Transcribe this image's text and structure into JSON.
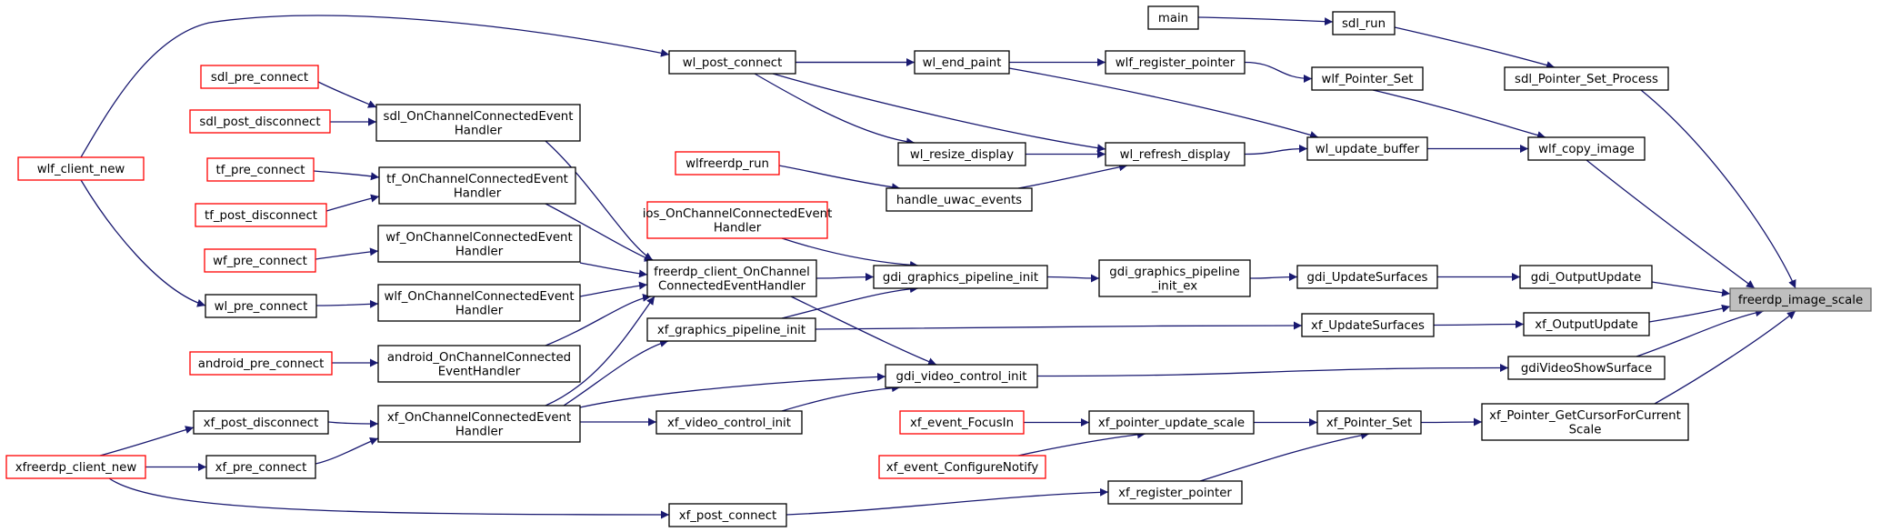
{
  "diagram": {
    "type": "call-graph",
    "colors": {
      "edge": "#191970",
      "node_border": "#000000",
      "truncated_border": "#ff0000",
      "root_fill": "#bfbfbf",
      "root_border": "#666666"
    },
    "nodes": [
      {
        "id": "wl_post_connect",
        "lines": [
          "wl_post_connect"
        ],
        "kind": "normal"
      },
      {
        "id": "wl_end_paint",
        "lines": [
          "wl_end_paint"
        ],
        "kind": "normal"
      },
      {
        "id": "wlf_register_pointer",
        "lines": [
          "wlf_register_pointer"
        ],
        "kind": "normal"
      },
      {
        "id": "main",
        "lines": [
          "main"
        ],
        "kind": "normal"
      },
      {
        "id": "sdl_run",
        "lines": [
          "sdl_run"
        ],
        "kind": "normal"
      },
      {
        "id": "sdl_Pointer_Set_Process",
        "lines": [
          "sdl_Pointer_Set_Process"
        ],
        "kind": "normal"
      },
      {
        "id": "wlf_Pointer_Set",
        "lines": [
          "wlf_Pointer_Set"
        ],
        "kind": "normal"
      },
      {
        "id": "sdl_pre_connect",
        "lines": [
          "sdl_pre_connect"
        ],
        "kind": "truncated"
      },
      {
        "id": "sdl_post_disconnect",
        "lines": [
          "sdl_post_disconnect"
        ],
        "kind": "truncated"
      },
      {
        "id": "sdl_OnChannel",
        "lines": [
          "sdl_OnChannelConnectedEvent",
          "Handler"
        ],
        "kind": "normal"
      },
      {
        "id": "wlf_client_new",
        "lines": [
          "wlf_client_new"
        ],
        "kind": "truncated"
      },
      {
        "id": "wl_resize_display",
        "lines": [
          "wl_resize_display"
        ],
        "kind": "normal"
      },
      {
        "id": "wl_refresh_display",
        "lines": [
          "wl_refresh_display"
        ],
        "kind": "normal"
      },
      {
        "id": "wl_update_buffer",
        "lines": [
          "wl_update_buffer"
        ],
        "kind": "normal"
      },
      {
        "id": "wlf_copy_image",
        "lines": [
          "wlf_copy_image"
        ],
        "kind": "normal"
      },
      {
        "id": "tf_pre_connect",
        "lines": [
          "tf_pre_connect"
        ],
        "kind": "truncated"
      },
      {
        "id": "tf_OnChannel",
        "lines": [
          "tf_OnChannelConnectedEvent",
          "Handler"
        ],
        "kind": "normal"
      },
      {
        "id": "wlfreerdp_run",
        "lines": [
          "wlfreerdp_run"
        ],
        "kind": "truncated"
      },
      {
        "id": "handle_uwac_events",
        "lines": [
          "handle_uwac_events"
        ],
        "kind": "normal"
      },
      {
        "id": "tf_post_disconnect",
        "lines": [
          "tf_post_disconnect"
        ],
        "kind": "truncated"
      },
      {
        "id": "ios_OnChannel",
        "lines": [
          "ios_OnChannelConnectedEvent",
          "Handler"
        ],
        "kind": "truncated"
      },
      {
        "id": "wf_OnChannel",
        "lines": [
          "wf_OnChannelConnectedEvent",
          "Handler"
        ],
        "kind": "normal"
      },
      {
        "id": "wf_pre_connect",
        "lines": [
          "wf_pre_connect"
        ],
        "kind": "truncated"
      },
      {
        "id": "freerdp_client_OnChannel",
        "lines": [
          "freerdp_client_OnChannel",
          "ConnectedEventHandler"
        ],
        "kind": "normal"
      },
      {
        "id": "gdi_graphics_pipeline_init",
        "lines": [
          "gdi_graphics_pipeline_init"
        ],
        "kind": "normal"
      },
      {
        "id": "gdi_graphics_pipeline_init_ex",
        "lines": [
          "gdi_graphics_pipeline",
          "_init_ex"
        ],
        "kind": "normal"
      },
      {
        "id": "gdi_UpdateSurfaces",
        "lines": [
          "gdi_UpdateSurfaces"
        ],
        "kind": "normal"
      },
      {
        "id": "gdi_OutputUpdate",
        "lines": [
          "gdi_OutputUpdate"
        ],
        "kind": "normal"
      },
      {
        "id": "freerdp_image_scale",
        "lines": [
          "freerdp_image_scale"
        ],
        "kind": "root"
      },
      {
        "id": "wl_pre_connect",
        "lines": [
          "wl_pre_connect"
        ],
        "kind": "normal"
      },
      {
        "id": "wlf_OnChannel",
        "lines": [
          "wlf_OnChannelConnectedEvent",
          "Handler"
        ],
        "kind": "normal"
      },
      {
        "id": "xf_graphics_pipeline_init",
        "lines": [
          "xf_graphics_pipeline_init"
        ],
        "kind": "normal"
      },
      {
        "id": "xf_UpdateSurfaces",
        "lines": [
          "xf_UpdateSurfaces"
        ],
        "kind": "normal"
      },
      {
        "id": "xf_OutputUpdate",
        "lines": [
          "xf_OutputUpdate"
        ],
        "kind": "normal"
      },
      {
        "id": "android_pre_connect",
        "lines": [
          "android_pre_connect"
        ],
        "kind": "truncated"
      },
      {
        "id": "android_OnChannel",
        "lines": [
          "android_OnChannelConnected",
          "EventHandler"
        ],
        "kind": "normal"
      },
      {
        "id": "gdi_video_control_init",
        "lines": [
          "gdi_video_control_init"
        ],
        "kind": "normal"
      },
      {
        "id": "gdiVideoShowSurface",
        "lines": [
          "gdiVideoShowSurface"
        ],
        "kind": "normal"
      },
      {
        "id": "xf_post_disconnect",
        "lines": [
          "xf_post_disconnect"
        ],
        "kind": "normal"
      },
      {
        "id": "xf_OnChannel",
        "lines": [
          "xf_OnChannelConnectedEvent",
          "Handler"
        ],
        "kind": "normal"
      },
      {
        "id": "xf_video_control_init",
        "lines": [
          "xf_video_control_init"
        ],
        "kind": "normal"
      },
      {
        "id": "xf_event_FocusIn",
        "lines": [
          "xf_event_FocusIn"
        ],
        "kind": "truncated"
      },
      {
        "id": "xf_pointer_update_scale",
        "lines": [
          "xf_pointer_update_scale"
        ],
        "kind": "normal"
      },
      {
        "id": "xf_Pointer_Set",
        "lines": [
          "xf_Pointer_Set"
        ],
        "kind": "normal"
      },
      {
        "id": "xf_Pointer_GetCursor",
        "lines": [
          "xf_Pointer_GetCursorForCurrent",
          "Scale"
        ],
        "kind": "normal"
      },
      {
        "id": "xfreerdp_client_new",
        "lines": [
          "xfreerdp_client_new"
        ],
        "kind": "truncated"
      },
      {
        "id": "xf_pre_connect",
        "lines": [
          "xf_pre_connect"
        ],
        "kind": "normal"
      },
      {
        "id": "xf_event_ConfigureNotify",
        "lines": [
          "xf_event_ConfigureNotify"
        ],
        "kind": "truncated"
      },
      {
        "id": "xf_register_pointer",
        "lines": [
          "xf_register_pointer"
        ],
        "kind": "normal"
      },
      {
        "id": "xf_post_connect",
        "lines": [
          "xf_post_connect"
        ],
        "kind": "normal"
      }
    ],
    "edges": [
      [
        "main",
        "sdl_run"
      ],
      [
        "sdl_run",
        "sdl_Pointer_Set_Process"
      ],
      [
        "sdl_Pointer_Set_Process",
        "freerdp_image_scale"
      ],
      [
        "wlf_client_new",
        "wl_post_connect"
      ],
      [
        "wl_post_connect",
        "wl_end_paint"
      ],
      [
        "wl_post_connect",
        "wlf_register_pointer"
      ],
      [
        "wl_post_connect",
        "wl_resize_display"
      ],
      [
        "wl_post_connect",
        "wl_refresh_display"
      ],
      [
        "wl_end_paint",
        "wl_update_buffer"
      ],
      [
        "wlf_register_pointer",
        "wlf_Pointer_Set"
      ],
      [
        "wlf_Pointer_Set",
        "wlf_copy_image"
      ],
      [
        "wl_resize_display",
        "wl_refresh_display"
      ],
      [
        "wlfreerdp_run",
        "handle_uwac_events"
      ],
      [
        "handle_uwac_events",
        "wl_refresh_display"
      ],
      [
        "wl_refresh_display",
        "wl_update_buffer"
      ],
      [
        "wl_update_buffer",
        "wlf_copy_image"
      ],
      [
        "wlf_copy_image",
        "freerdp_image_scale"
      ],
      [
        "sdl_pre_connect",
        "sdl_OnChannel"
      ],
      [
        "sdl_post_disconnect",
        "sdl_OnChannel"
      ],
      [
        "tf_pre_connect",
        "tf_OnChannel"
      ],
      [
        "tf_post_disconnect",
        "tf_OnChannel"
      ],
      [
        "wf_pre_connect",
        "wf_OnChannel"
      ],
      [
        "wlf_client_new",
        "wl_pre_connect"
      ],
      [
        "wl_pre_connect",
        "wlf_OnChannel"
      ],
      [
        "android_pre_connect",
        "android_OnChannel"
      ],
      [
        "sdl_OnChannel",
        "freerdp_client_OnChannel"
      ],
      [
        "tf_OnChannel",
        "freerdp_client_OnChannel"
      ],
      [
        "wf_OnChannel",
        "freerdp_client_OnChannel"
      ],
      [
        "wlf_OnChannel",
        "freerdp_client_OnChannel"
      ],
      [
        "android_OnChannel",
        "freerdp_client_OnChannel"
      ],
      [
        "xf_OnChannel",
        "freerdp_client_OnChannel"
      ],
      [
        "ios_OnChannel",
        "gdi_graphics_pipeline_init"
      ],
      [
        "freerdp_client_OnChannel",
        "gdi_graphics_pipeline_init"
      ],
      [
        "xf_graphics_pipeline_init",
        "gdi_graphics_pipeline_init"
      ],
      [
        "gdi_graphics_pipeline_init",
        "gdi_graphics_pipeline_init_ex"
      ],
      [
        "gdi_graphics_pipeline_init_ex",
        "gdi_UpdateSurfaces"
      ],
      [
        "gdi_UpdateSurfaces",
        "gdi_OutputUpdate"
      ],
      [
        "gdi_OutputUpdate",
        "freerdp_image_scale"
      ],
      [
        "xf_graphics_pipeline_init",
        "xf_UpdateSurfaces"
      ],
      [
        "xf_UpdateSurfaces",
        "xf_OutputUpdate"
      ],
      [
        "xf_OutputUpdate",
        "freerdp_image_scale"
      ],
      [
        "xf_OnChannel",
        "xf_graphics_pipeline_init"
      ],
      [
        "freerdp_client_OnChannel",
        "gdi_video_control_init"
      ],
      [
        "xf_OnChannel",
        "gdi_video_control_init"
      ],
      [
        "xf_video_control_init",
        "gdi_video_control_init"
      ],
      [
        "gdi_video_control_init",
        "gdiVideoShowSurface"
      ],
      [
        "gdiVideoShowSurface",
        "freerdp_image_scale"
      ],
      [
        "xfreerdp_client_new",
        "xf_post_disconnect"
      ],
      [
        "xfreerdp_client_new",
        "xf_pre_connect"
      ],
      [
        "xfreerdp_client_new",
        "xf_post_connect"
      ],
      [
        "xf_post_disconnect",
        "xf_OnChannel"
      ],
      [
        "xf_pre_connect",
        "xf_OnChannel"
      ],
      [
        "xf_OnChannel",
        "xf_video_control_init"
      ],
      [
        "xf_event_FocusIn",
        "xf_pointer_update_scale"
      ],
      [
        "xf_event_ConfigureNotify",
        "xf_pointer_update_scale"
      ],
      [
        "xf_pointer_update_scale",
        "xf_Pointer_Set"
      ],
      [
        "xf_post_connect",
        "xf_register_pointer"
      ],
      [
        "xf_register_pointer",
        "xf_Pointer_Set"
      ],
      [
        "xf_Pointer_Set",
        "xf_Pointer_GetCursor"
      ],
      [
        "xf_Pointer_GetCursor",
        "freerdp_image_scale"
      ]
    ]
  }
}
